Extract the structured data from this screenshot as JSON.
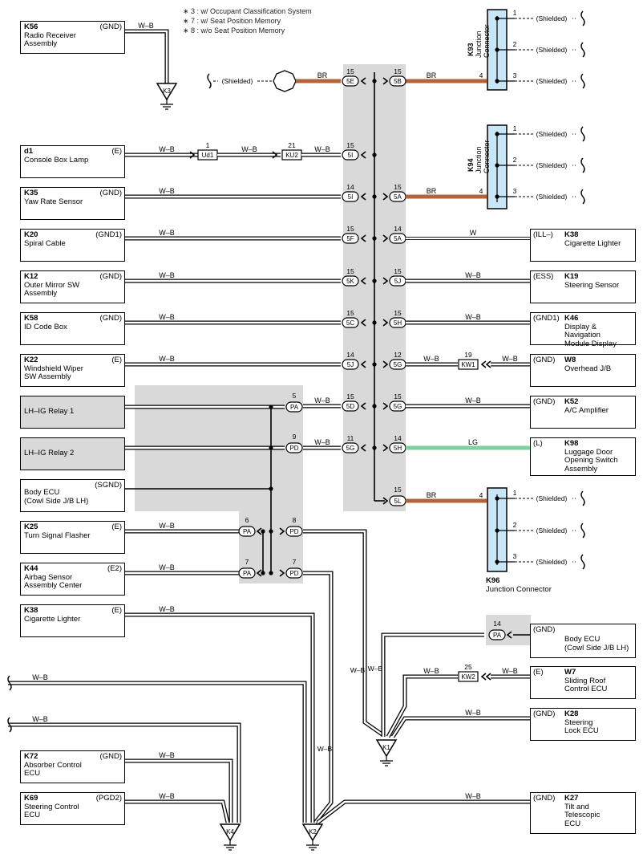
{
  "notes": [
    "∗ 3 : w/ Occupant Classification System",
    "∗ 7 : w/ Seat Position Memory",
    "∗ 8 : w/o Seat Position Memory"
  ],
  "left_components": [
    {
      "code": "K56",
      "name": "Radio Receiver\nAssembly",
      "pin": "(GND)"
    },
    {
      "code": "d1",
      "name": "Console Box Lamp",
      "pin": "(E)"
    },
    {
      "code": "K35",
      "name": "Yaw Rate Sensor",
      "pin": "(GND)"
    },
    {
      "code": "K20",
      "name": "Spiral Cable",
      "pin": "(GND1)"
    },
    {
      "code": "K12",
      "name": "Outer Mirror SW\nAssembly",
      "pin": "(GND)"
    },
    {
      "code": "K58",
      "name": "ID Code Box",
      "pin": "(GND)"
    },
    {
      "code": "K22",
      "name": "Windshield Wiper\nSW Assembly",
      "pin": "(E)"
    },
    {
      "code": "",
      "name": "LH–IG Relay 1",
      "pin": ""
    },
    {
      "code": "",
      "name": "LH–IG Relay 2",
      "pin": ""
    },
    {
      "code": "",
      "name": "Body ECU\n(Cowl Side J/B LH)",
      "pin": "(SGND)"
    },
    {
      "code": "K25",
      "name": "Turn Signal Flasher",
      "pin": "(E)"
    },
    {
      "code": "K44",
      "name": "Airbag Sensor\nAssembly Center",
      "pin": "(E2)"
    },
    {
      "code": "K38",
      "name": "Cigarette Lighter",
      "pin": "(E)"
    },
    {
      "code": "K72",
      "name": "Absorber Control\nECU",
      "pin": "(GND)"
    },
    {
      "code": "K69",
      "name": "Steering Control\nECU",
      "pin": "(PGD2)"
    }
  ],
  "right_components": [
    {
      "code": "K38",
      "name": "Cigarette Lighter",
      "pin": "(ILL–)"
    },
    {
      "code": "K19",
      "name": "Steering Sensor",
      "pin": "(ESS)"
    },
    {
      "code": "K46",
      "name": "Display & Navigation\nModule Display",
      "pin": "(GND1)"
    },
    {
      "code": "W8",
      "name": "Overhead J/B",
      "pin": "(GND)"
    },
    {
      "code": "K52",
      "name": "A/C Amplifier",
      "pin": "(GND)"
    },
    {
      "code": "K98",
      "name": "Luggage Door\nOpening Switch\nAssembly",
      "pin": "(L)"
    },
    {
      "code": "",
      "name": "Body ECU\n(Cowl Side J/B LH)",
      "pin": "(GND)"
    },
    {
      "code": "W7",
      "name": "Sliding Roof\nControl ECU",
      "pin": "(E)"
    },
    {
      "code": "K28",
      "name": "Steering\nLock ECU",
      "pin": "(GND)"
    },
    {
      "code": "K27",
      "name": "Tilt and\nTelescopic\nECU",
      "pin": "(GND)"
    }
  ],
  "junction_connectors": [
    {
      "code": "K93",
      "name": "Junction\nConnector"
    },
    {
      "code": "K94",
      "name": "Junction\nConnector"
    },
    {
      "code": "K96",
      "name": "Junction Connector"
    }
  ],
  "wire_colors": {
    "wb": "W–B",
    "br": "BR",
    "w": "W",
    "lg": "LG"
  },
  "labels": {
    "shielded": "(Shielded)",
    "grounds": [
      "K3",
      "K1",
      "K4",
      "K2"
    ],
    "inline": [
      "Ud1",
      "KU2",
      "KW1",
      "KW2"
    ]
  },
  "colors": {
    "br": "#b5633a",
    "lg": "#7fd0a2",
    "jc_fill": "#c8e6f5",
    "gray_area": "#d9d9d9"
  }
}
